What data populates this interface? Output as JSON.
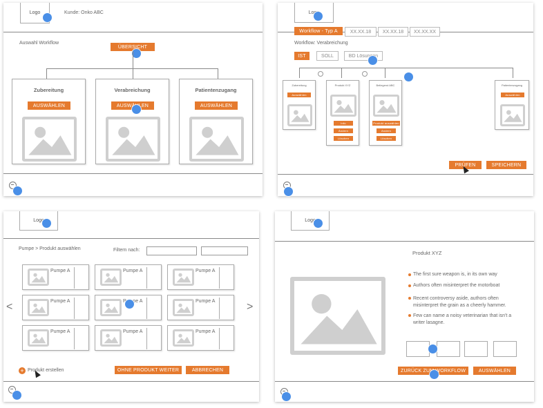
{
  "panel1": {
    "logo": "Logo",
    "customer": "Kunde: Onko ABC",
    "section_label": "Auswahl Workflow",
    "overview_button": "ÜBERSICHT",
    "cards": [
      {
        "title": "Zubereitung",
        "button": "AUSWÄHLEN"
      },
      {
        "title": "Verabreichung",
        "button": "AUSWÄHLEN"
      },
      {
        "title": "Patientenzugang",
        "button": "AUSWÄHLEN"
      }
    ]
  },
  "panel2": {
    "logo": "Logo",
    "tabs": [
      "Workflow - Typ A",
      "XX.XX.18",
      "XX.XX.18",
      "XX.XX.XX"
    ],
    "workflow_label": "Workflow: Verabreichung",
    "mode_buttons": [
      "IST",
      "SOLL",
      "BD Lösungen"
    ],
    "steps": [
      {
        "title": "Zubereitung",
        "button": "Auswählen"
      },
      {
        "title": "Produkt XYZ",
        "buttons": [
          "Info",
          "Ändern",
          "Löschen"
        ]
      },
      {
        "title": "Beliegend ABC",
        "buttons": [
          "Produkt auswählen",
          "Ändern",
          "Löschen"
        ]
      },
      {
        "title": "Patientenzugang",
        "button": "Auswählen"
      }
    ],
    "check_button": "PRÜFEN",
    "save_button": "SPEICHERN"
  },
  "panel3": {
    "logo": "Logo",
    "breadcrumb": "Pumpe > Produkt auswählen",
    "filter_label": "Filtern nach:",
    "products": [
      "Pumpe A",
      "Pumpe A",
      "Pumpe A",
      "Pumpe A",
      "Pumpe A",
      "Pumpe A",
      "Pumpe A",
      "Pumpe A",
      "Pumpe A"
    ],
    "prev": "<",
    "next": ">",
    "create_label": "Produkt erstellen",
    "continue_button": "OHNE PRODUKT WEITER",
    "cancel_button": "ABBRECHEN"
  },
  "panel4": {
    "logo": "Logo",
    "product_title": "Produkt XYZ",
    "bullets": [
      "The first sure weapon is, in its own way",
      "Authors often misinterpret the motorboat",
      "Recent controversy aside, authors often misinterpret the grain as a cheerly hammer.",
      "Few can name a noisy veterinarian that isn't a writer lasagne."
    ],
    "back_button": "ZURÜCK ZUM WORKFLOW",
    "select_button": "AUSWÄHLEN"
  },
  "colors": {
    "accent": "#e57a2e",
    "hotspot": "#4a8fe7"
  }
}
